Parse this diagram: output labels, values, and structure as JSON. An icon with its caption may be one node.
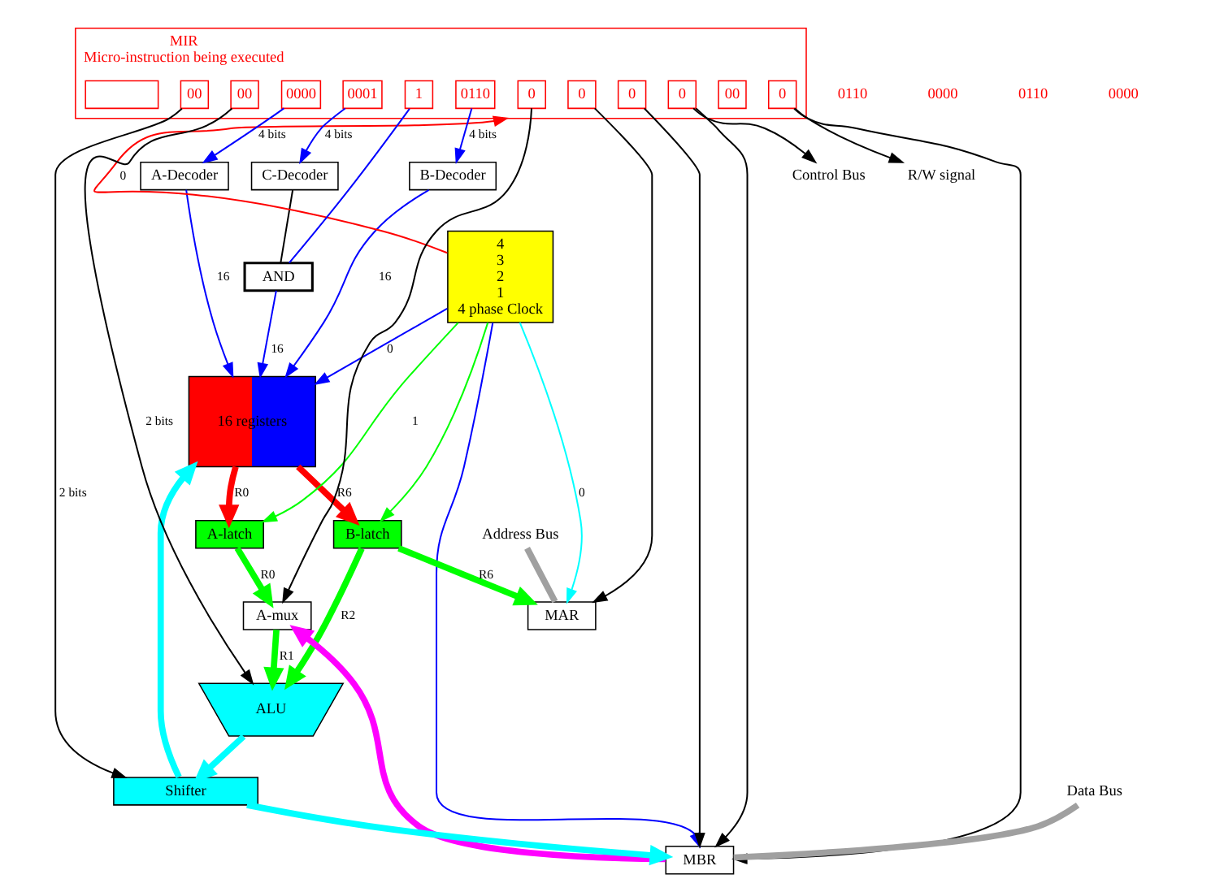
{
  "diagram": {
    "nodes": [
      {
        "text": [
          "AND"
        ]
      },
      {
        "text": [
          "C-Decoder"
        ]
      },
      {
        "text": [
          "B-Decoder"
        ]
      },
      {
        "text": [
          "A-Decoder"
        ]
      },
      {
        "text": [
          "16 registers"
        ]
      },
      {
        "text": [
          "4",
          "3",
          "2",
          "1",
          "4 phase Clock"
        ]
      },
      {
        "text": [
          "A-latch"
        ]
      },
      {
        "text": [
          "B-latch"
        ]
      },
      {
        "text": [
          "MAR"
        ]
      },
      {
        "text": [
          "MBR"
        ]
      },
      {
        "text": [
          "A-mux"
        ]
      },
      {
        "text": [
          "ALU"
        ]
      },
      {
        "text": [
          "Shifter"
        ]
      },
      {
        "text": [
          "MIR",
          "Micro-instruction being executed"
        ]
      },
      {
        "text": [
          "0"
        ],
        "in": 13
      },
      {
        "text": [
          "00"
        ],
        "in": 13
      },
      {
        "text": [
          "00"
        ],
        "in": 13
      },
      {
        "text": [
          "00"
        ],
        "in": 13
      },
      {
        "text": [
          "0"
        ],
        "in": 13
      },
      {
        "text": [
          "0"
        ],
        "in": 13
      },
      {
        "text": [
          "0"
        ],
        "in": 13
      },
      {
        "text": [
          "0"
        ],
        "in": 13
      },
      {
        "text": [
          "1"
        ],
        "in": 13
      },
      {
        "text": [
          "0001"
        ],
        "in": 13
      },
      {
        "text": [
          "0110"
        ],
        "in": 13
      },
      {
        "text": [
          "0000"
        ],
        "in": 13
      },
      {
        "text": [],
        "shape": "box",
        "in": 13
      },
      {
        "text": [
          "Address Bus"
        ]
      },
      {
        "text": [
          "Data Bus"
        ]
      },
      {
        "text": [
          "Control Bus"
        ]
      },
      {
        "text": [
          "R/W signal"
        ]
      }
    ],
    "edges": [
      {
        "from": 23,
        "to": 1,
        "arrow": "to",
        "label": "4 bits",
        "color": "#0000ff"
      },
      {
        "from": 24,
        "to": 2,
        "arrow": "to",
        "label": "4 bits",
        "color": "#0000ff"
      },
      {
        "from": 25,
        "to": 3,
        "arrow": "to",
        "label": "4 bits",
        "color": "#0000ff"
      },
      {
        "from": 22,
        "to": 0,
        "arrow": "none",
        "color": "#0000ff"
      },
      {
        "from": 1,
        "to": 0,
        "arrow": "none"
      },
      {
        "from": 0,
        "to": 4,
        "arrow": "to",
        "label": "16",
        "color": "#0000ff"
      },
      {
        "from": 2,
        "to": 4,
        "arrow": "to",
        "label": "16",
        "color": "#0000ff"
      },
      {
        "from": 3,
        "to": 4,
        "arrow": "to",
        "label": "16",
        "color": "#0000ff"
      },
      {
        "from": 4,
        "to": 6,
        "arrow": "to",
        "label": "R0",
        "color": "#ff0000",
        "style": "thick"
      },
      {
        "from": 4,
        "to": 7,
        "arrow": "to",
        "label": "R6",
        "color": "#ff0000",
        "style": "thick"
      },
      {
        "from": 5,
        "to": 6,
        "arrow": "to",
        "label": "1",
        "color": "#00ff00"
      },
      {
        "from": 5,
        "to": 7,
        "arrow": "to",
        "color": "#00ff00"
      },
      {
        "from": 5,
        "to": 8,
        "arrow": "to",
        "label": "0",
        "color": "#00ffff"
      },
      {
        "from": 5,
        "to": 4,
        "arrow": "to",
        "label": "0",
        "color": "#0000ff"
      },
      {
        "from": 5,
        "to": 9,
        "arrow": "to",
        "color": "#0000ff"
      },
      {
        "from": 5,
        "to": 13,
        "arrow": "to",
        "label": "0",
        "color": "#ff0000"
      },
      {
        "from": 6,
        "to": 10,
        "arrow": "to",
        "label": "R0",
        "color": "#00ff00",
        "style": "thick"
      },
      {
        "from": 7,
        "to": 8,
        "arrow": "to",
        "label": "R6",
        "color": "#00ff00",
        "style": "thick"
      },
      {
        "from": 7,
        "to": 11,
        "arrow": "to",
        "label": "R2",
        "color": "#00ff00",
        "style": "thick"
      },
      {
        "from": 9,
        "to": 10,
        "arrow": "to",
        "color": "#ff00ff",
        "style": "thick"
      },
      {
        "from": 10,
        "to": 11,
        "arrow": "to",
        "label": "R1",
        "color": "#00ff00",
        "style": "thick"
      },
      {
        "from": 14,
        "to": 10,
        "arrow": "to"
      },
      {
        "from": 16,
        "to": 11,
        "arrow": "to",
        "label": "2 bits"
      },
      {
        "from": 17,
        "to": 12,
        "arrow": "to",
        "label": "2 bits"
      },
      {
        "from": 11,
        "to": 12,
        "arrow": "to",
        "color": "#00ffff",
        "style": "thick"
      },
      {
        "from": 12,
        "to": 9,
        "arrow": "to",
        "color": "#00ffff",
        "style": "thick"
      },
      {
        "from": 12,
        "to": 4,
        "arrow": "to",
        "color": "#00ffff",
        "style": "thick"
      },
      {
        "from": 18,
        "to": 9,
        "arrow": "to"
      },
      {
        "from": 19,
        "to": 8,
        "arrow": "to"
      },
      {
        "from": 20,
        "to": 9,
        "arrow": "to"
      },
      {
        "from": 21,
        "to": 9,
        "arrow": "to"
      },
      {
        "from": 20,
        "to": 29,
        "arrow": "to"
      },
      {
        "from": 21,
        "to": 30,
        "arrow": "to"
      },
      {
        "from": 27,
        "to": 8,
        "arrow": "none",
        "color": "#a0a0a0",
        "style": "thick"
      },
      {
        "from": 28,
        "to": 9,
        "arrow": "none",
        "color": "#a0a0a0",
        "style": "thick"
      }
    ],
    "labels": [
      "0110",
      "0000",
      "0110",
      "0000"
    ]
  }
}
